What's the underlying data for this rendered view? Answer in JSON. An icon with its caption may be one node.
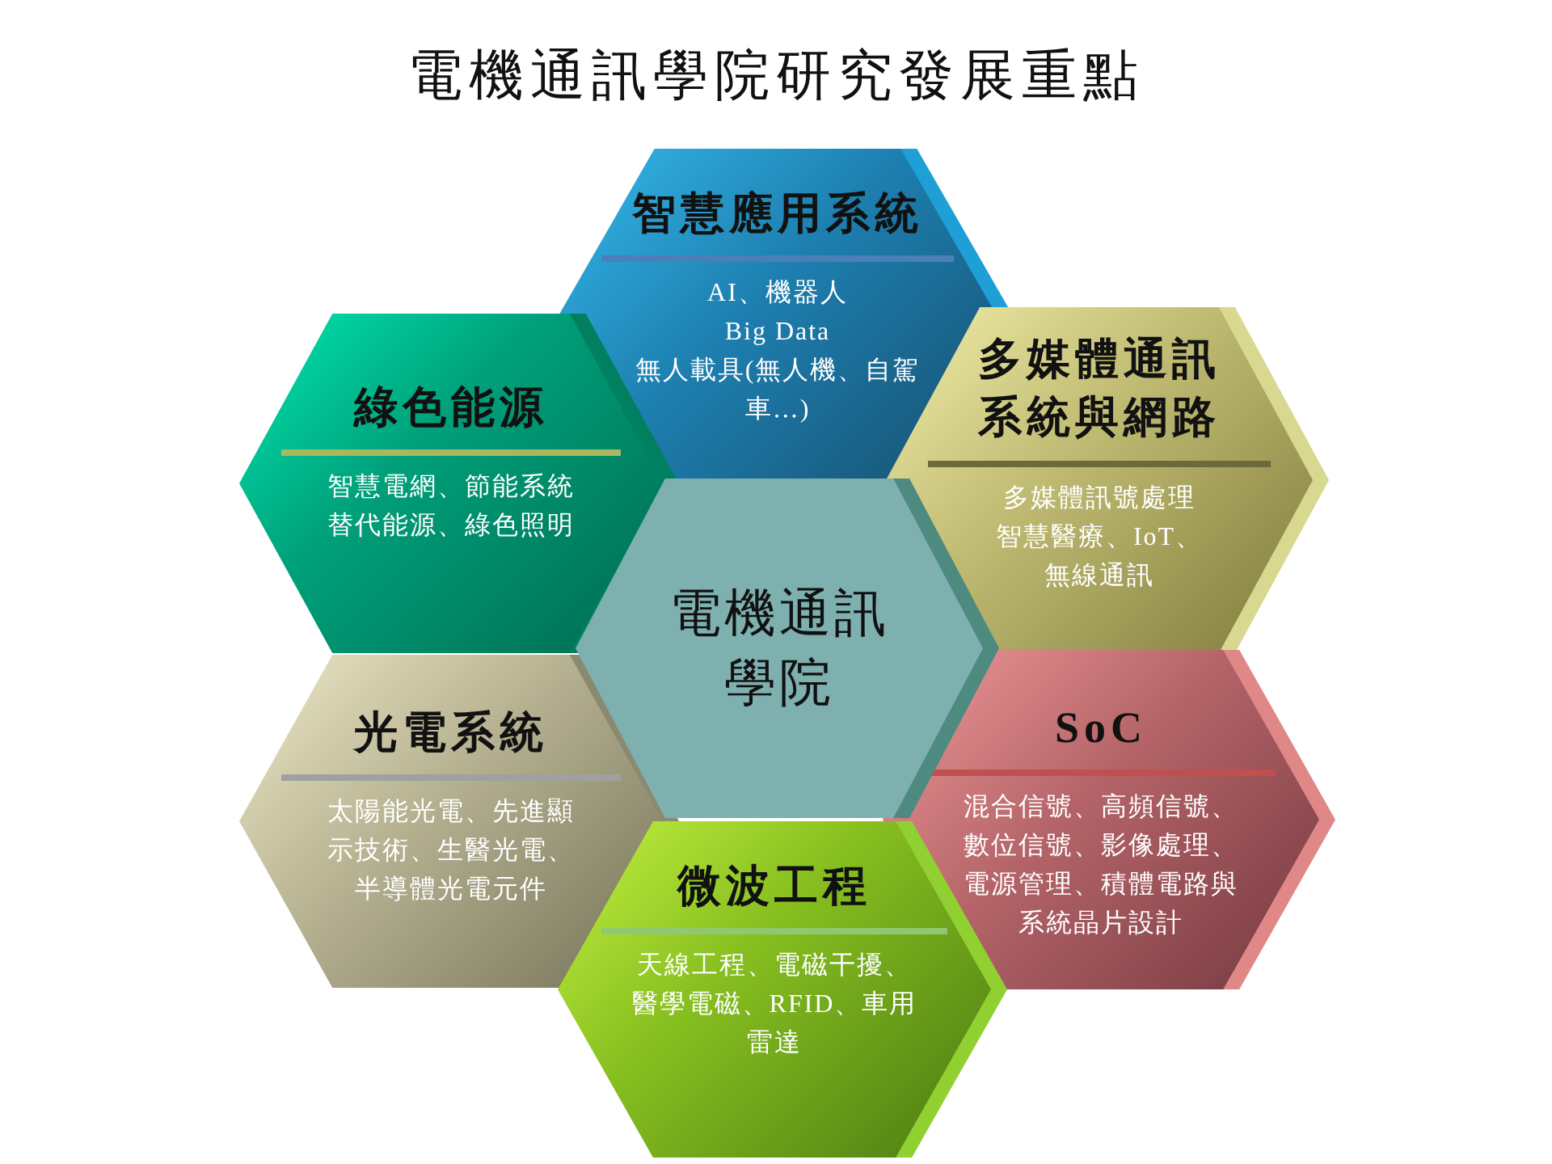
{
  "diagram": {
    "title": "電機通訊學院研究發展重點",
    "nodes": [
      {
        "text": [
          "智慧應用系統",
          "AI、機器人",
          "Big Data",
          "無人載具(無人機、自駕車…)"
        ]
      },
      {
        "text": [
          "綠色能源",
          "智慧電網、節能系統",
          "替代能源、綠色照明"
        ]
      },
      {
        "text": [
          "多媒體通訊系統與網路",
          "多媒體訊號處理",
          "智慧醫療、IoT、無線通訊"
        ]
      },
      {
        "text": [
          "電機通訊學院"
        ]
      },
      {
        "text": [
          "光電系統",
          "太陽能光電、先進顯示技術、生醫光電、半導體光電元件"
        ]
      },
      {
        "text": [
          "SoC",
          "混合信號、高頻信號、數位信號、影像處理、電源管理、積體電路與系統晶片設計"
        ]
      },
      {
        "text": [
          "微波工程",
          "天線工程、電磁干擾、醫學電磁、RFID、車用雷達"
        ]
      }
    ]
  }
}
